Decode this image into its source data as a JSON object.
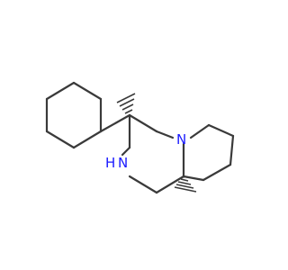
{
  "molecule": {
    "atoms": [
      {
        "id": "N-ring",
        "label": "N",
        "color": "#1a1aff"
      },
      {
        "id": "N-amine",
        "label": "N",
        "color": "#1a1aff"
      },
      {
        "id": "H-amine",
        "label": "H",
        "color": "#1a1aff"
      }
    ],
    "bond_color": "#3a3a3a",
    "stereo": [
      "hashed-wedge",
      "hashed-wedge"
    ]
  }
}
